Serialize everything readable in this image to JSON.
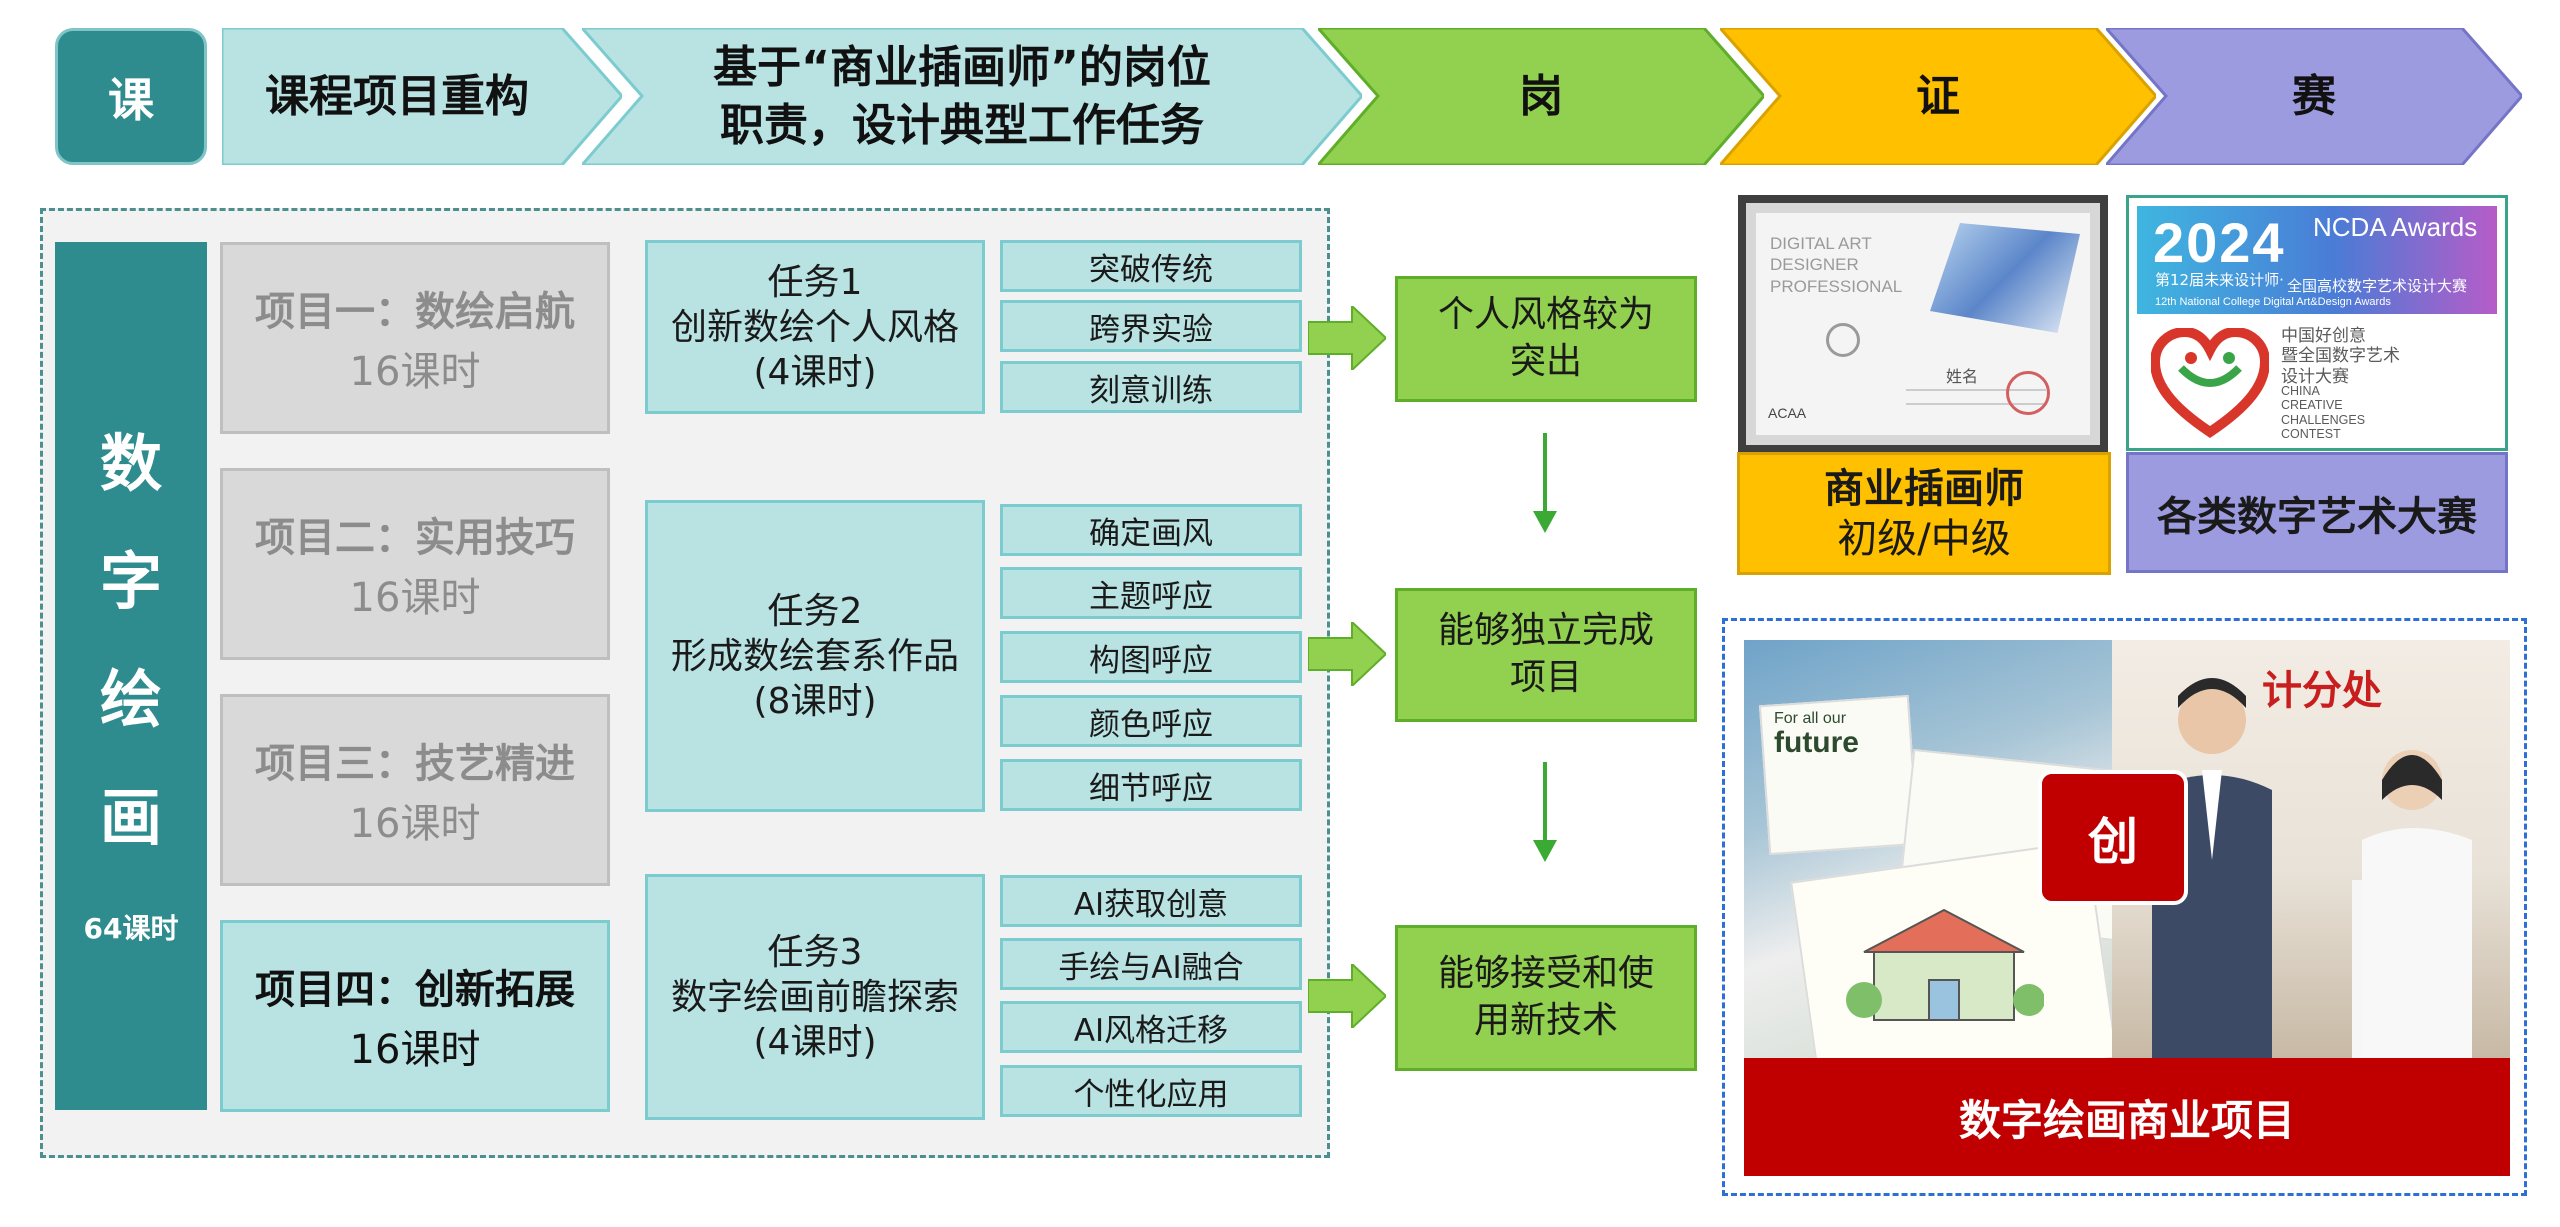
{
  "header": {
    "course_tag": "课",
    "steps": [
      {
        "label": "课程项目重构"
      },
      {
        "label_line1": "基于“商业插画师”的岗位",
        "label_line2": "职责，设计典型工作任务"
      },
      {
        "label": "岗"
      },
      {
        "label": "证"
      },
      {
        "label": "赛"
      }
    ]
  },
  "course": {
    "title_chars": [
      "数",
      "字",
      "绘",
      "画"
    ],
    "total_hours": "64课时",
    "projects": [
      {
        "title": "项目一：数绘启航",
        "hours": "16课时"
      },
      {
        "title": "项目二：实用技巧",
        "hours": "16课时"
      },
      {
        "title": "项目三：技艺精进",
        "hours": "16课时"
      },
      {
        "title": "项目四：创新拓展",
        "hours": "16课时"
      }
    ],
    "tasks": [
      {
        "name": "任务1",
        "desc": "创新数绘个人风格",
        "hours": "(4课时)",
        "subtasks": [
          "突破传统",
          "跨界实验",
          "刻意训练"
        ]
      },
      {
        "name": "任务2",
        "desc": "形成数绘套系作品",
        "hours": "(8课时)",
        "subtasks": [
          "确定画风",
          "主题呼应",
          "构图呼应",
          "颜色呼应",
          "细节呼应"
        ]
      },
      {
        "name": "任务3",
        "desc": "数字绘画前瞻探索",
        "hours": "(4课时)",
        "subtasks": [
          "AI获取创意",
          "手绘与AI融合",
          "AI风格迁移",
          "个性化应用"
        ]
      }
    ],
    "outcomes": [
      {
        "line1": "个人风格较为",
        "line2": "突出"
      },
      {
        "line1": "能够独立完成",
        "line2": "项目"
      },
      {
        "line1": "能够接受和使",
        "line2": "用新技术"
      }
    ]
  },
  "certificate": {
    "image_text": {
      "line1": "DIGITAL ART",
      "line2": "DESIGNER",
      "line3": "PROFESSIONAL",
      "name": "姓名",
      "logo": "ACAA"
    },
    "label_bold": "商业插画师",
    "label_level": "初级/中级"
  },
  "competition": {
    "image_text": {
      "year": "2024",
      "award_name": "NCDA Awards",
      "cn_line1": "第12届未来设计师·",
      "cn_line2": "全国高校数字艺术设计大赛",
      "en_line": "12th National College Digital Art&Design Awards",
      "ccc_cn_line1": "中国好创意",
      "ccc_cn_line2": "暨全国数字艺术",
      "ccc_cn_line3": "设计大赛",
      "ccc_en": [
        "CHINA",
        "CREATIVE",
        "CHALLENGES",
        "CONTEST"
      ]
    },
    "label": "各类数字艺术大赛"
  },
  "commercial": {
    "photo_text": {
      "small": "For all our",
      "future": "future",
      "sign": "计分处"
    },
    "badge": "创",
    "label": "数字绘画商业项目"
  },
  "colors": {
    "teal_dark": "#2f8c8e",
    "teal_light": "#b9e2e3",
    "green": "#92d050",
    "yellow": "#ffc000",
    "purple": "#9c9be0",
    "red": "#c00000"
  }
}
